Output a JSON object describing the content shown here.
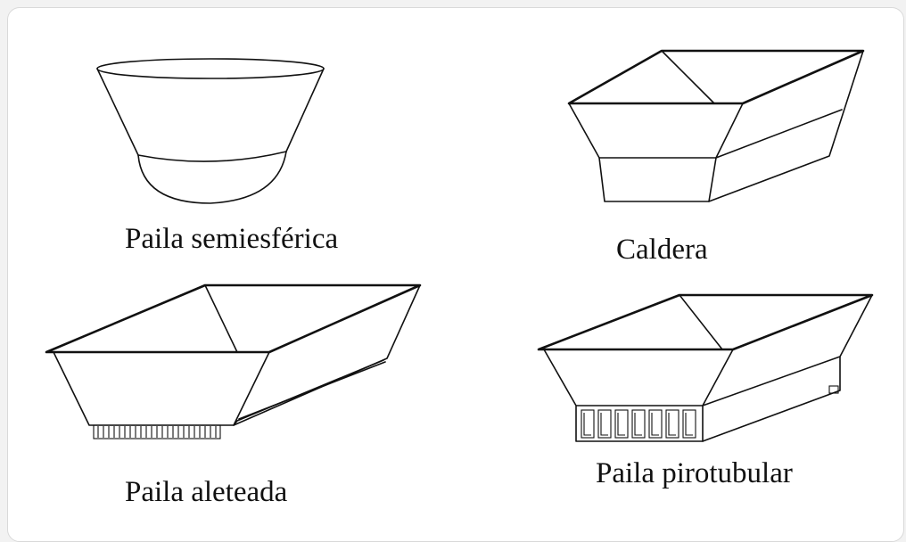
{
  "figure": {
    "items": [
      {
        "label": "Paila semiesférica"
      },
      {
        "label": "Caldera"
      },
      {
        "label": "Paila aleteada"
      },
      {
        "label": "Paila pirotubular"
      }
    ]
  }
}
